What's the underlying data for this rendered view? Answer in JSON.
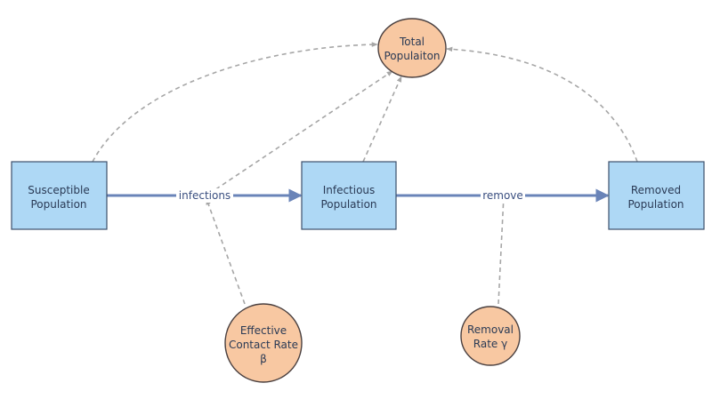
{
  "diagram": {
    "stocks": {
      "susceptible": {
        "line1": "Susceptible",
        "line2": "Population"
      },
      "infectious": {
        "line1": "Infectious",
        "line2": "Population"
      },
      "removed": {
        "line1": "Removed",
        "line2": "Population"
      }
    },
    "auxiliaries": {
      "total": {
        "line1": "Total",
        "line2": "Populaiton"
      },
      "contact_rate": {
        "line1": "Effective",
        "line2": "Contact Rate",
        "line3": "β"
      },
      "removal_rate": {
        "line1": "Removal",
        "line2": "Rate γ"
      }
    },
    "flows": {
      "infections": "infections",
      "remove": "remove"
    },
    "colors": {
      "stock_fill": "#aed8f5",
      "aux_fill": "#f8c8a2",
      "flow_stroke": "#6a84b8",
      "link_stroke": "#a6a6a6"
    }
  }
}
